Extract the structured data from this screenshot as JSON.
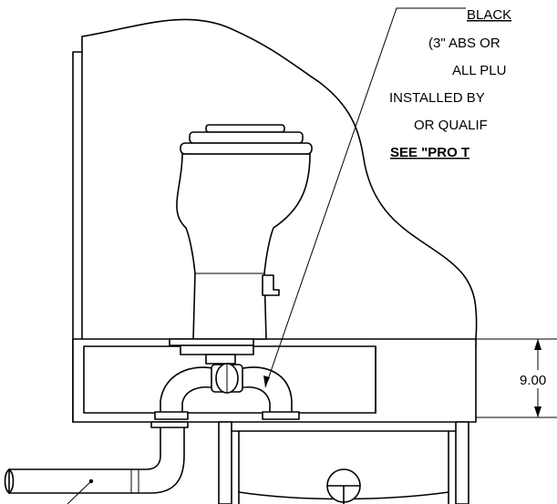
{
  "callout": {
    "lines": [
      "BLACK",
      "(3\" ABS OR",
      "ALL PLU",
      "INSTALLED BY",
      "OR QUALIF"
    ],
    "note": "SEE \"PRO T"
  },
  "dimension": {
    "value": "9.00"
  }
}
